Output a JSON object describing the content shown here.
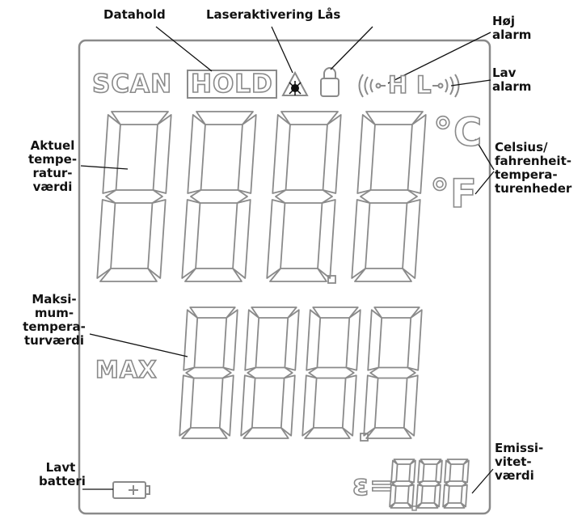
{
  "colors": {
    "outline": "#8a8a8a",
    "ink": "#111111",
    "background": "#ffffff"
  },
  "lcd": {
    "scan": "SCAN",
    "hold": "HOLD",
    "h": "H",
    "l": "L",
    "celsius": "°C",
    "fahrenheit": "°F",
    "max": "MAX",
    "epsilon": "ε=",
    "icons": [
      "laser-icon",
      "lock-icon",
      "high-alarm-icon",
      "low-alarm-icon",
      "battery-icon"
    ]
  },
  "callouts": {
    "datahold": "Datahold",
    "laser_lock": "Laseraktivering Lås",
    "high_alarm": "Høj\nalarm",
    "low_alarm": "Lav\nalarm",
    "current_temp": "Aktuel\ntempe-\nratur-\nværdi",
    "units": "Celsius/\nfahrenheit-\ntempera-\nturenheder",
    "max_temp": "Maksi-\nmum-\ntempera-\nturværdi",
    "low_battery": "Lavt\nbatteri",
    "emissivity": "Emissi-\nvitet-\nværdi"
  }
}
